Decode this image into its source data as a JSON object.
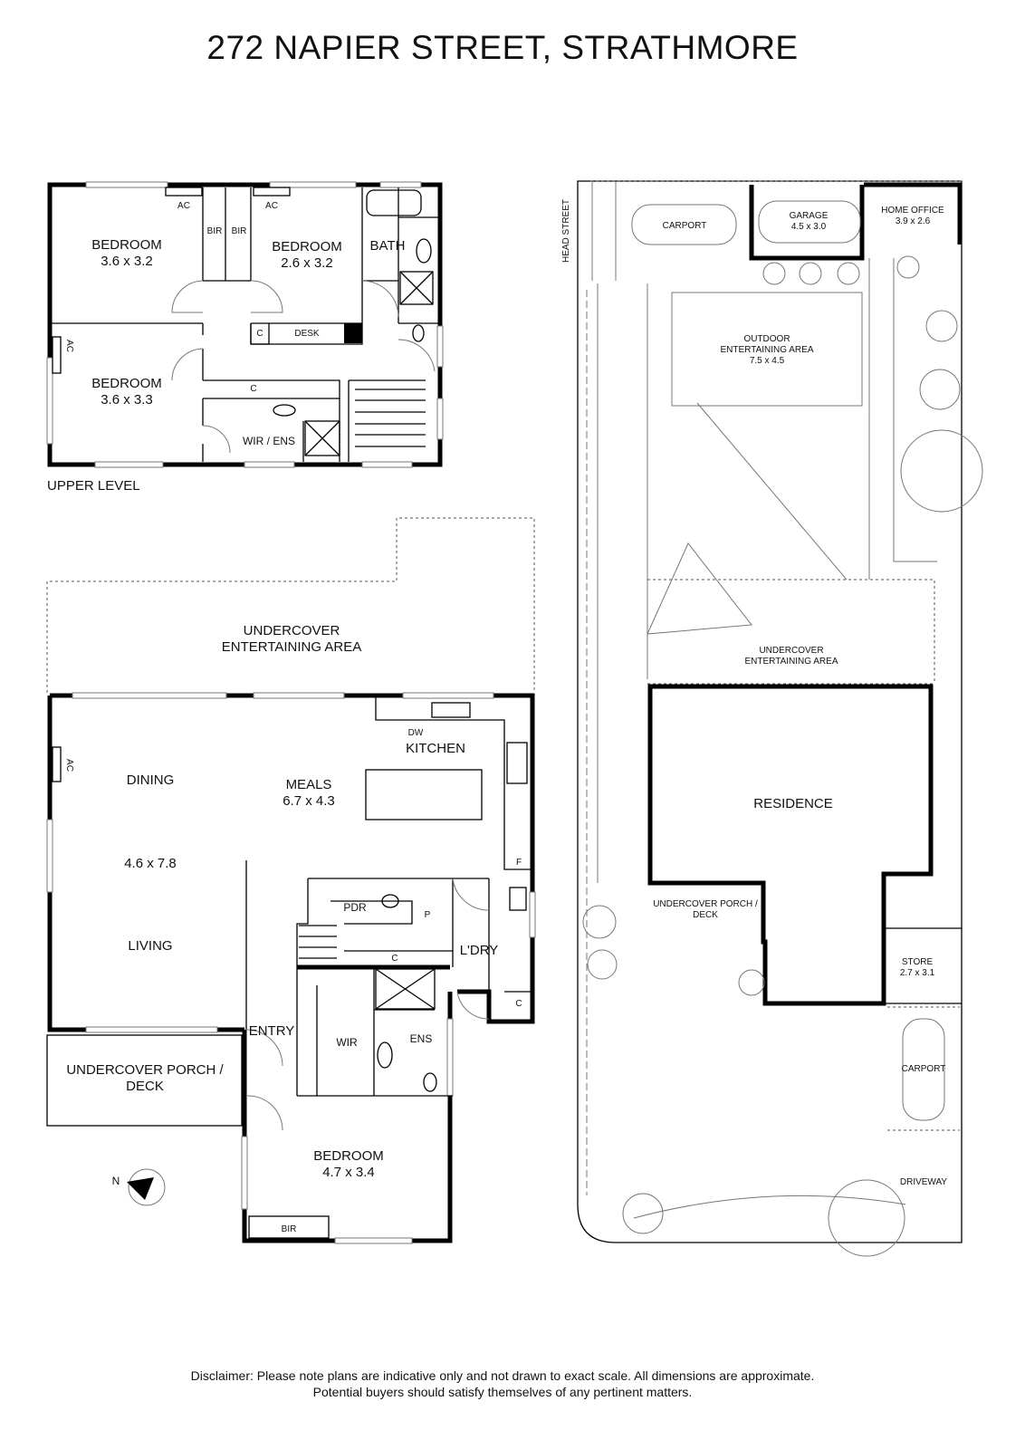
{
  "title": "272 NAPIER STREET, STRATHMORE",
  "disclaimer": {
    "line1": "Disclaimer: Please note plans are indicative only and not drawn to exact scale. All dimensions are approximate.",
    "line2": "Potential buyers should satisfy themselves of any pertinent matters."
  },
  "upper_level": {
    "label": "UPPER LEVEL",
    "rooms": {
      "bedroom1": {
        "name": "BEDROOM",
        "size": "3.6 x 3.2"
      },
      "bedroom2": {
        "name": "BEDROOM",
        "size": "2.6 x 3.2"
      },
      "bedroom3": {
        "name": "BEDROOM",
        "size": "3.6 x 3.3"
      },
      "bath": "BATH",
      "bir1": "BIR",
      "bir2": "BIR",
      "ac1": "AC",
      "ac2": "AC",
      "ac3": "AC",
      "c1": "C",
      "desk": "DESK",
      "c2": "C",
      "wir_ens": "WIR / ENS"
    }
  },
  "ground_level": {
    "undercover_entertaining": [
      "UNDERCOVER",
      "ENTERTAINING AREA"
    ],
    "dining": "DINING",
    "living_size": "4.6 x 7.8",
    "living": "LIVING",
    "ac": "AC",
    "meals": {
      "name": "MEALS",
      "size": "6.7 x 4.3"
    },
    "kitchen": "KITCHEN",
    "dw": "DW",
    "f": "F",
    "pdr": "PDR",
    "p": "P",
    "c1": "C",
    "laundry": "L'DRY",
    "c2": "C",
    "entry": "ENTRY",
    "wir": "WIR",
    "ens": "ENS",
    "porch": [
      "UNDERCOVER PORCH /",
      "DECK"
    ],
    "bedroom": {
      "name": "BEDROOM",
      "size": "4.7 x 3.4"
    },
    "bir": "BIR",
    "compass": "N"
  },
  "site_plan": {
    "street": "HEAD STREET",
    "carport1": "CARPORT",
    "garage": {
      "name": "GARAGE",
      "size": "4.5 x 3.0"
    },
    "home_office": {
      "name": "HOME OFFICE",
      "size": "3.9 x 2.6"
    },
    "outdoor_entertaining": {
      "line1": "OUTDOOR",
      "line2": "ENTERTAINING AREA",
      "size": "7.5 x 4.5"
    },
    "undercover_entertaining": [
      "UNDERCOVER",
      "ENTERTAINING AREA"
    ],
    "residence": "RESIDENCE",
    "porch": [
      "UNDERCOVER PORCH /",
      "DECK"
    ],
    "store": {
      "name": "STORE",
      "size": "2.7 x 3.1"
    },
    "carport2": "CARPORT",
    "driveway": "DRIVEWAY"
  }
}
